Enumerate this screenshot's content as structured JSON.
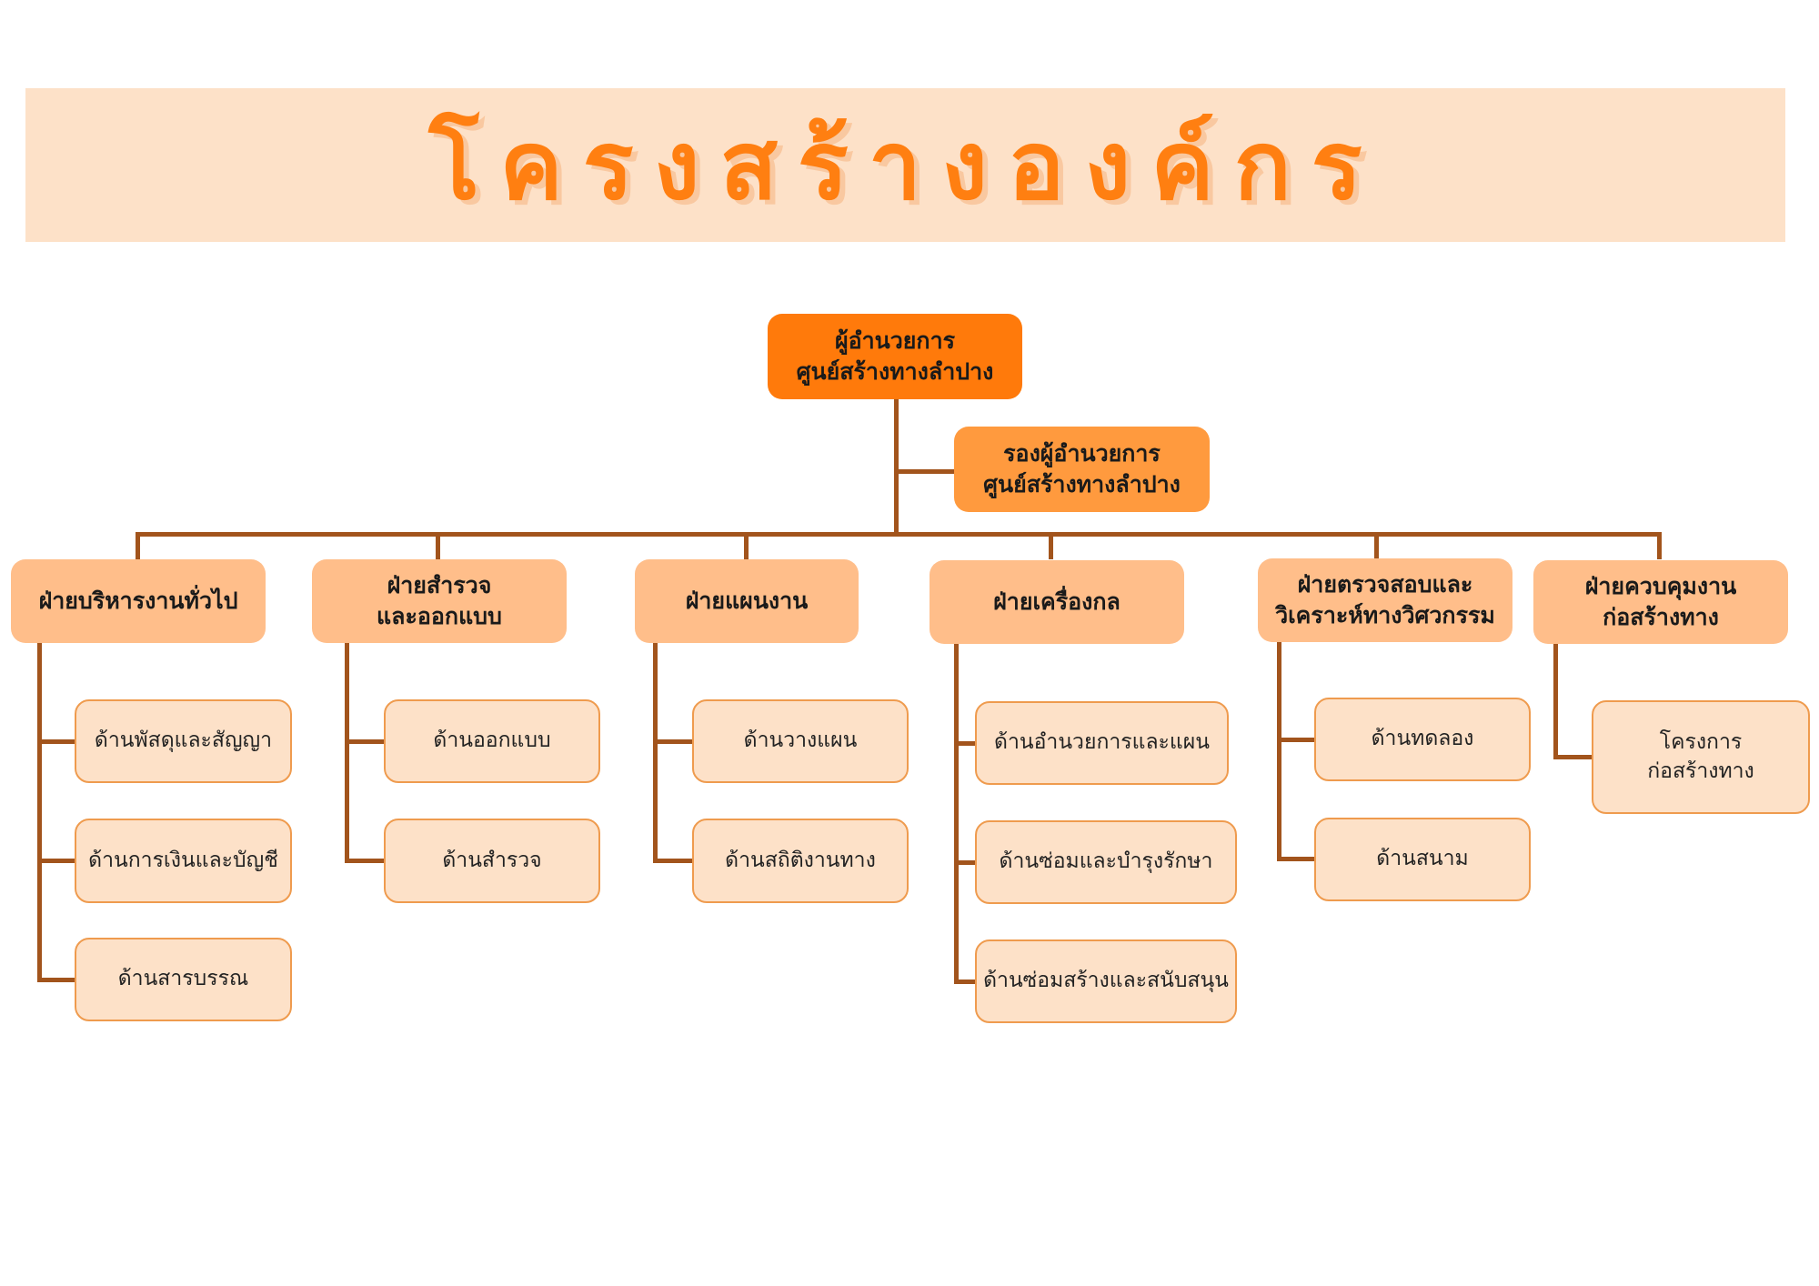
{
  "title": "โครงสร้างองค์กร",
  "colors": {
    "director": "#ff7a0b",
    "deputy": "#ff9a3e",
    "division": "#ffbe8a",
    "unit": "#fde1c8",
    "line": "#a2541c",
    "title": "#ff7f11"
  },
  "director": "ผู้อำนวยการ\nศูนย์สร้างทางลำปาง",
  "deputy": "รองผู้อำนวยการ\nศูนย์สร้างทางลำปาง",
  "divisions": [
    {
      "name": "ฝ่ายบริหารงานทั่วไป",
      "units": [
        "ด้านพัสดุและสัญญา",
        "ด้านการเงินและบัญชี",
        "ด้านสารบรรณ"
      ]
    },
    {
      "name": "ฝ่ายสำรวจ\nและออกแบบ",
      "units": [
        "ด้านออกแบบ",
        "ด้านสำรวจ"
      ]
    },
    {
      "name": "ฝ่ายแผนงาน",
      "units": [
        "ด้านวางแผน",
        "ด้านสถิติงานทาง"
      ]
    },
    {
      "name": "ฝ่ายเครื่องกล",
      "units": [
        "ด้านอำนวยการและแผน",
        "ด้านซ่อมและบำรุงรักษา",
        "ด้านซ่อมสร้างและสนับสนุน"
      ]
    },
    {
      "name": "ฝ่ายตรวจสอบและ\nวิเคราะห์ทางวิศวกรรม",
      "units": [
        "ด้านทดลอง",
        "ด้านสนาม"
      ]
    },
    {
      "name": "ฝ่ายควบคุมงาน\nก่อสร้างทาง",
      "units": [
        "โครงการ\nก่อสร้างทาง"
      ]
    }
  ]
}
